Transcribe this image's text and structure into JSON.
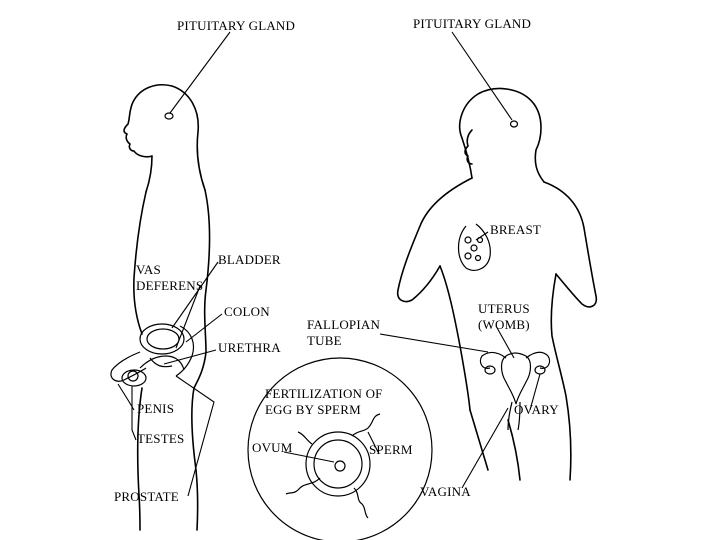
{
  "labels": {
    "male_pituitary": "PITUITARY GLAND",
    "female_pituitary": "PITUITARY GLAND",
    "vas_deferens_1": "VAS",
    "vas_deferens_2": "DEFERENS",
    "bladder": "BLADDER",
    "colon": "COLON",
    "urethra": "URETHRA",
    "penis": "PENIS",
    "testes": "TESTES",
    "prostate": "PROSTATE",
    "breast": "BREAST",
    "fallopian_1": "FALLOPIAN",
    "fallopian_2": "TUBE",
    "uterus_1": "UTERUS",
    "uterus_2": "(WOMB)",
    "ovary": "OVARY",
    "vagina": "VAGINA",
    "fert_title_1": "FERTILIZATION OF",
    "fert_title_2": "EGG BY SPERM",
    "ovum": "OVUM",
    "sperm": "SPERM"
  }
}
